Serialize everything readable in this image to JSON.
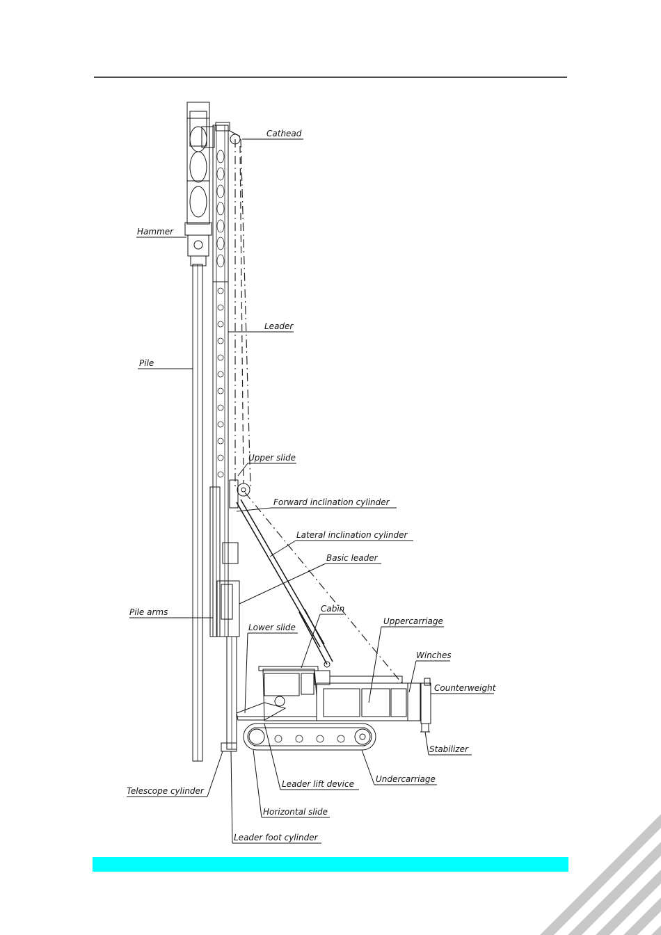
{
  "labels": {
    "cathead": "Cathead",
    "hammer": "Hammer",
    "leader": "Leader",
    "pile": "Pile",
    "upper_slide": "Upper slide",
    "forward_inclination_cylinder": "Forward inclination cylinder",
    "lateral_inclination_cylinder": "Lateral inclination cylinder",
    "basic_leader": "Basic leader",
    "pile_arms": "Pile arms",
    "cabin": "Cabin",
    "uppercarriage": "Uppercarriage",
    "winches": "Winches",
    "counterweight": "Counterweight",
    "lower_slide": "Lower slide",
    "stabilizer": "Stabilizer",
    "undercarriage": "Undercarriage",
    "leader_lift_device": "Leader lift device",
    "telescope_cylinder": "Telescope cylinder",
    "horizontal_slide": "Horizontal slide",
    "leader_foot_cylinder": "Leader foot cylinder"
  },
  "colors": {
    "footer_bar": "#00ffff",
    "corner_stripes": "#c8c8c8",
    "line": "#111111"
  }
}
